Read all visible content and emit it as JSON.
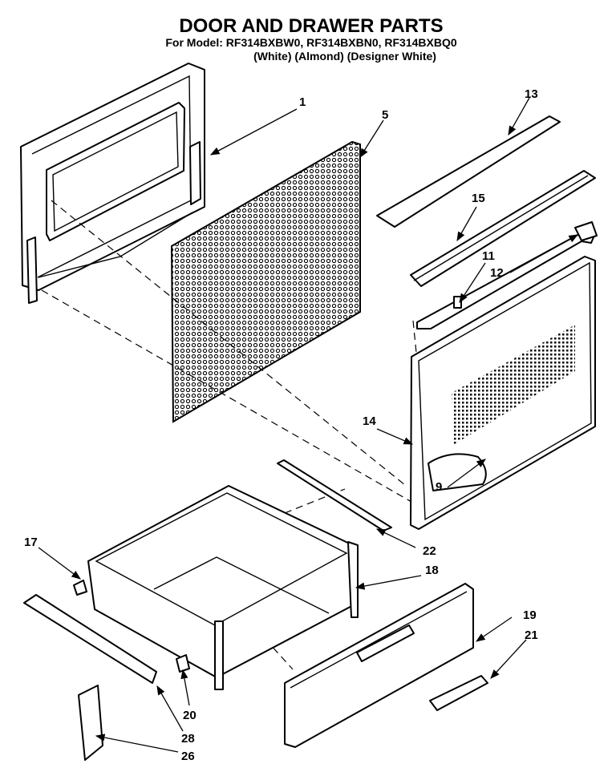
{
  "title": "DOOR AND DRAWER PARTS",
  "model_line": "For Model: RF314BXBW0, RF314BXBN0, RF314BXBQ0",
  "color_line": "(White) (Almond) (Designer White)",
  "callouts": [
    "1",
    "5",
    "13",
    "15",
    "11",
    "12",
    "14",
    "9",
    "17",
    "22",
    "18",
    "19",
    "21",
    "20",
    "28",
    "26"
  ]
}
